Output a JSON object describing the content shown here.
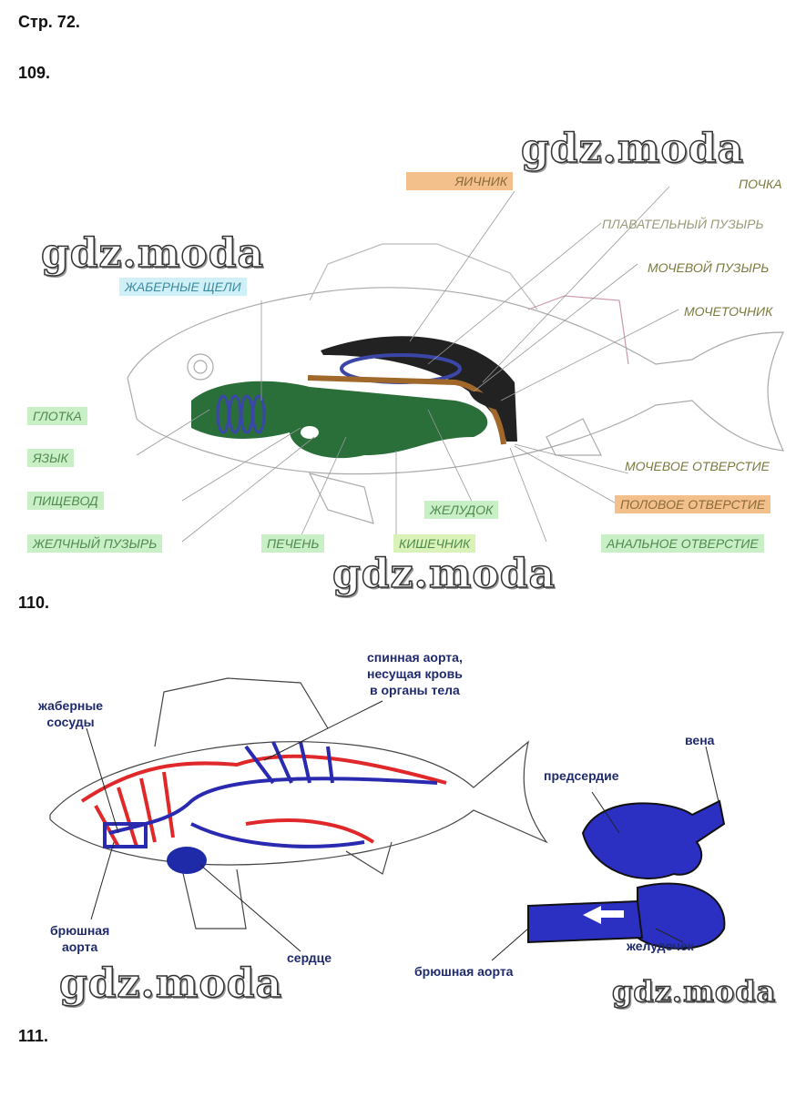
{
  "page_label": "Стр. 72.",
  "tasks": {
    "t109": "109.",
    "t110": "110.",
    "t111": "111."
  },
  "watermark": "gdz.moda",
  "fig109": {
    "labels": {
      "ovary": "ЯИЧНИК",
      "kidney": "ПОЧКА",
      "swim_bladder": "ПЛАВАТЕЛЬНЫЙ ПУЗЫРЬ",
      "urinary_bladder": "МОЧЕВОЙ ПУЗЫРЬ",
      "ureter": "МОЧЕТОЧНИК",
      "gill_slits": "ЖАБЕРНЫЕ ЩЕЛИ",
      "pharynx": "ГЛОТКА",
      "tongue": "ЯЗЫК",
      "esophagus": "ПИЩЕВОД",
      "gallbladder": "ЖЕЛЧНЫЙ ПУЗЫРЬ",
      "liver": "ПЕЧЕНЬ",
      "intestine": "КИШЕЧНИК",
      "stomach": "ЖЕЛУДОК",
      "urinary_opening": "МОЧЕВОЕ ОТВЕРСТИЕ",
      "genital_opening": "ПОЛОВОЕ ОТВЕРСТИЕ",
      "anal_opening": "АНАЛЬНОЕ ОТВЕРСТИЕ"
    }
  },
  "fig110": {
    "labels": {
      "dorsal_aorta": "спинная аорта,\nнесущая кровь\nв органы тела",
      "gill_vessels": "жаберные\nсосуды",
      "ventral_aorta": "брюшная\nаорта",
      "heart": "сердце",
      "vein": "вена",
      "atrium": "предсердие",
      "ventricle": "желудочек",
      "ventral_aorta2": "брюшная аорта"
    }
  }
}
